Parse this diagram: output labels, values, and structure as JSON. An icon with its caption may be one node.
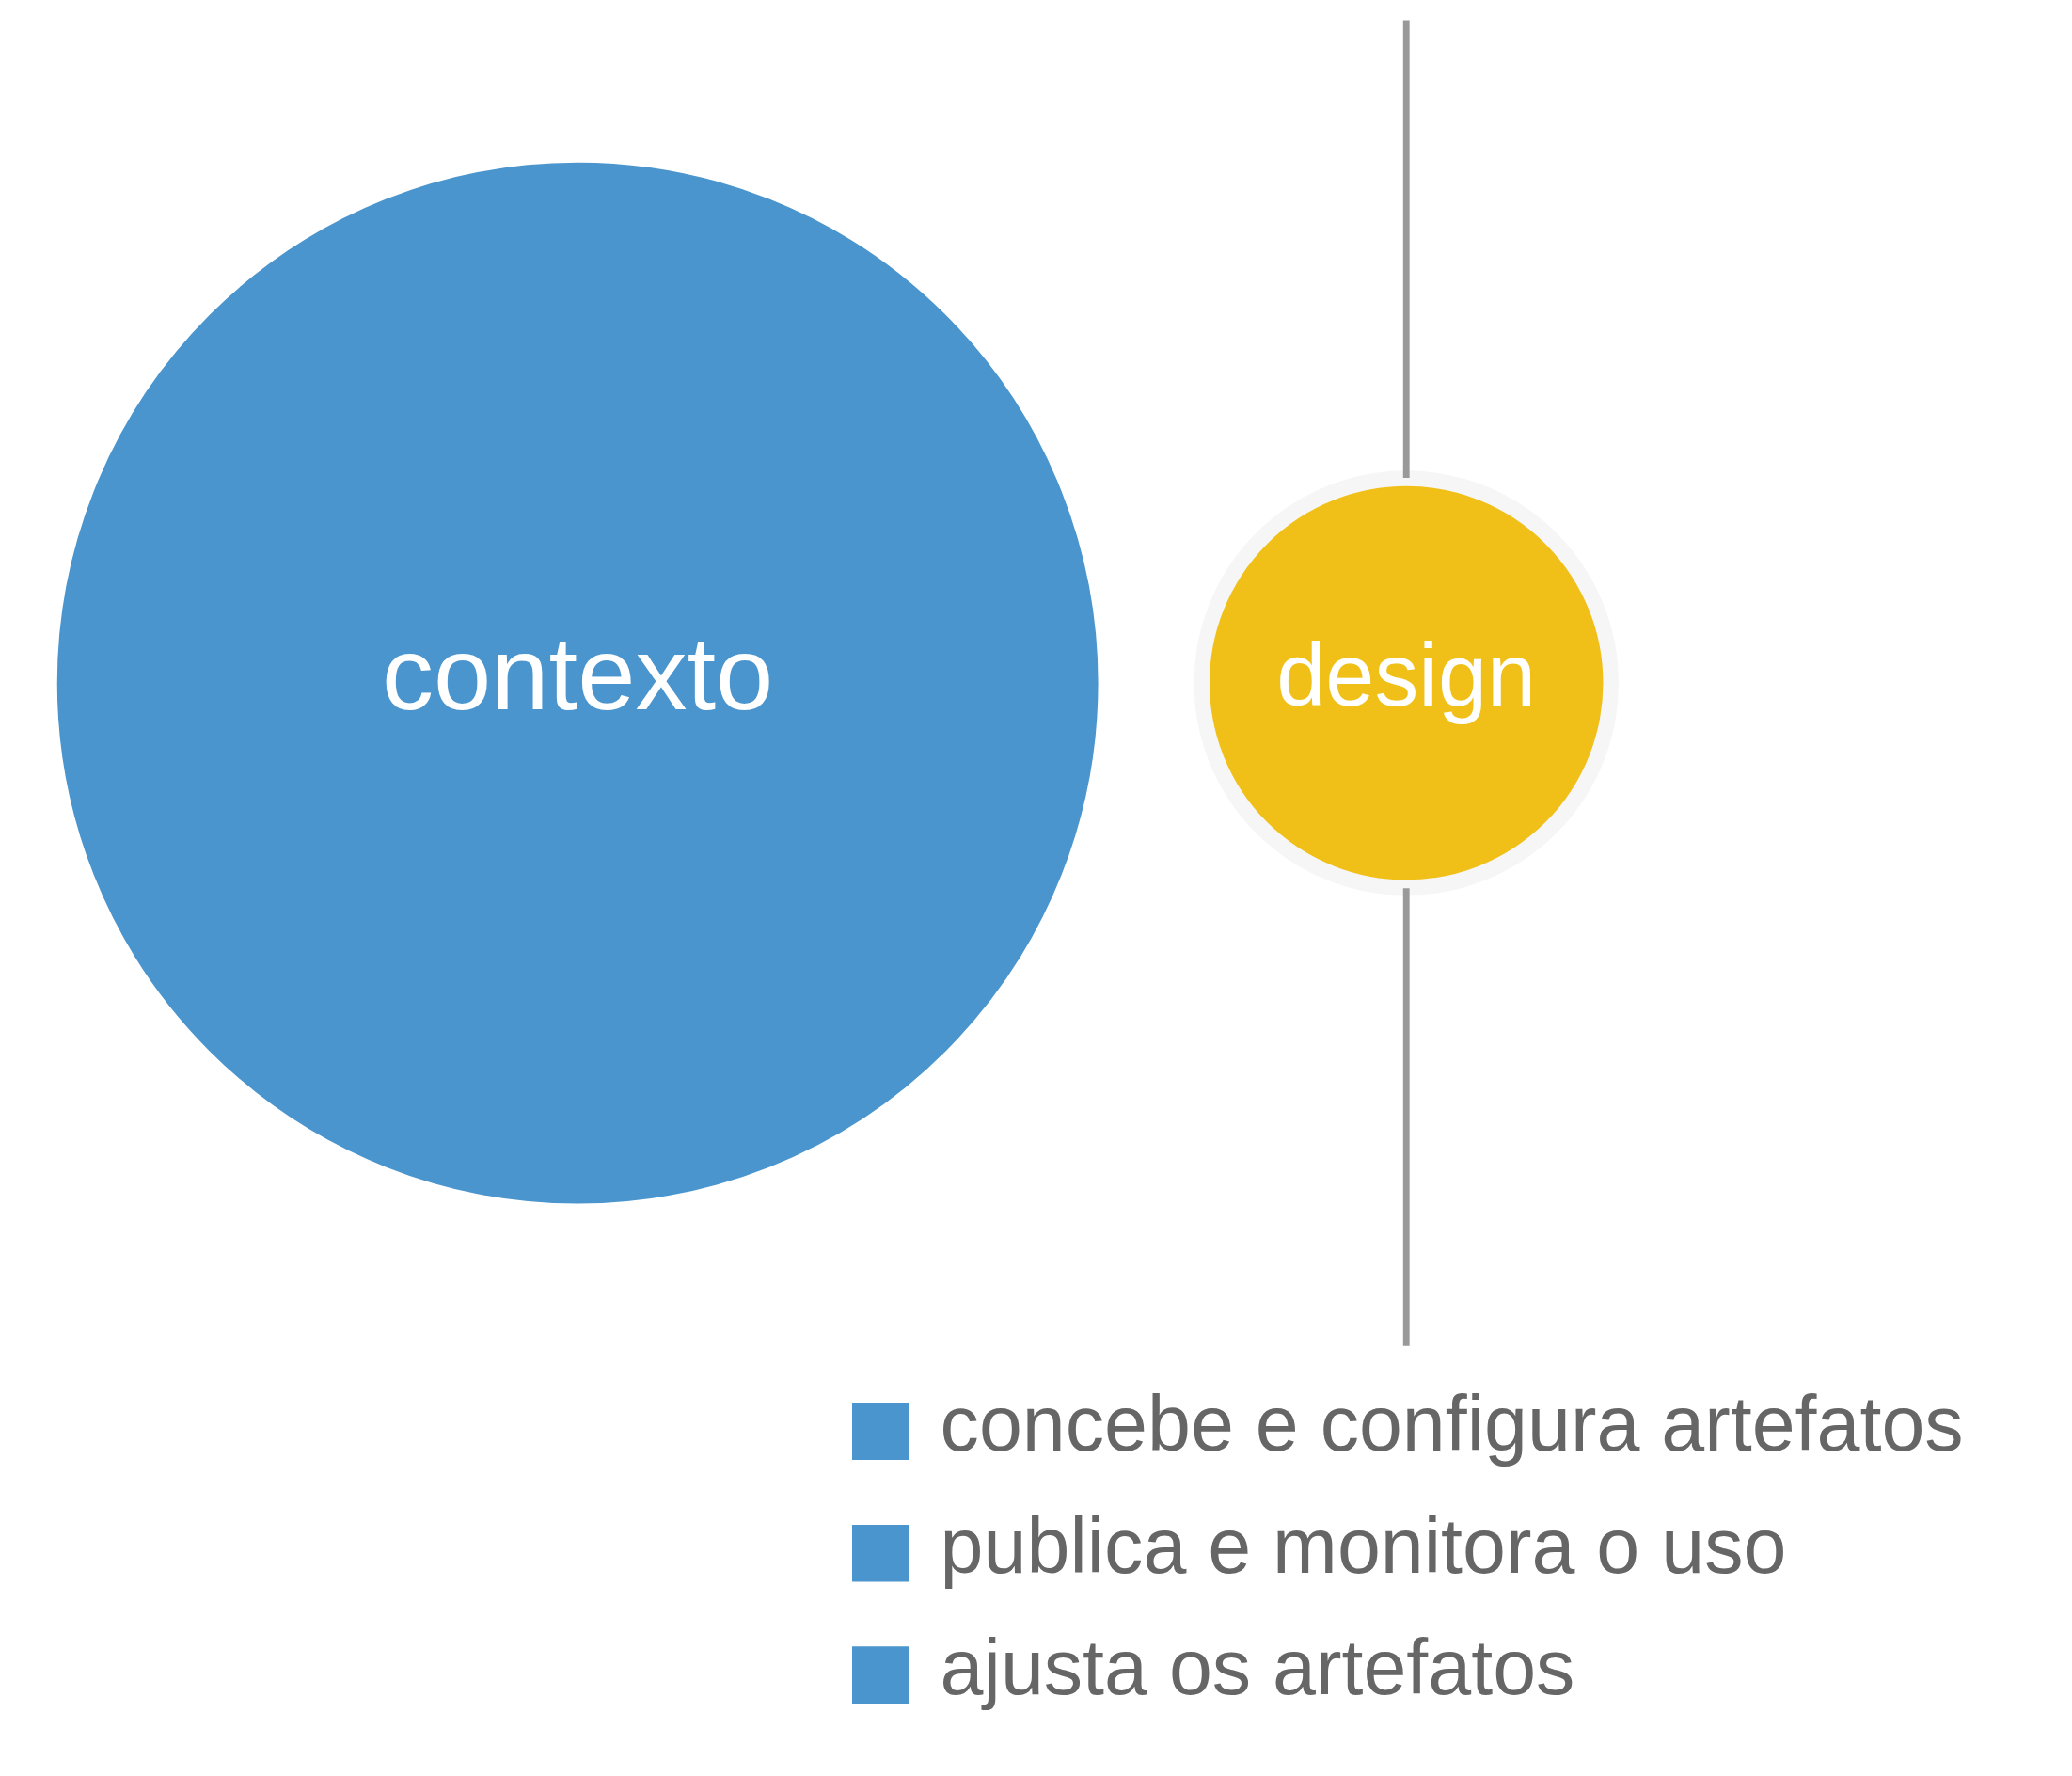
{
  "diagram": {
    "nodes": [
      {
        "text": [
          "contexto"
        ]
      },
      {
        "text": [
          "design"
        ]
      },
      {
        "text": [
          "concebe e configura artefatos",
          "publica e monitora o uso",
          "ajusta os artefatos"
        ]
      }
    ],
    "edges": [
      {
        "from": null,
        "to": 1,
        "arrow": "none"
      },
      {
        "from": 1,
        "to": 2,
        "arrow": "none"
      }
    ]
  }
}
